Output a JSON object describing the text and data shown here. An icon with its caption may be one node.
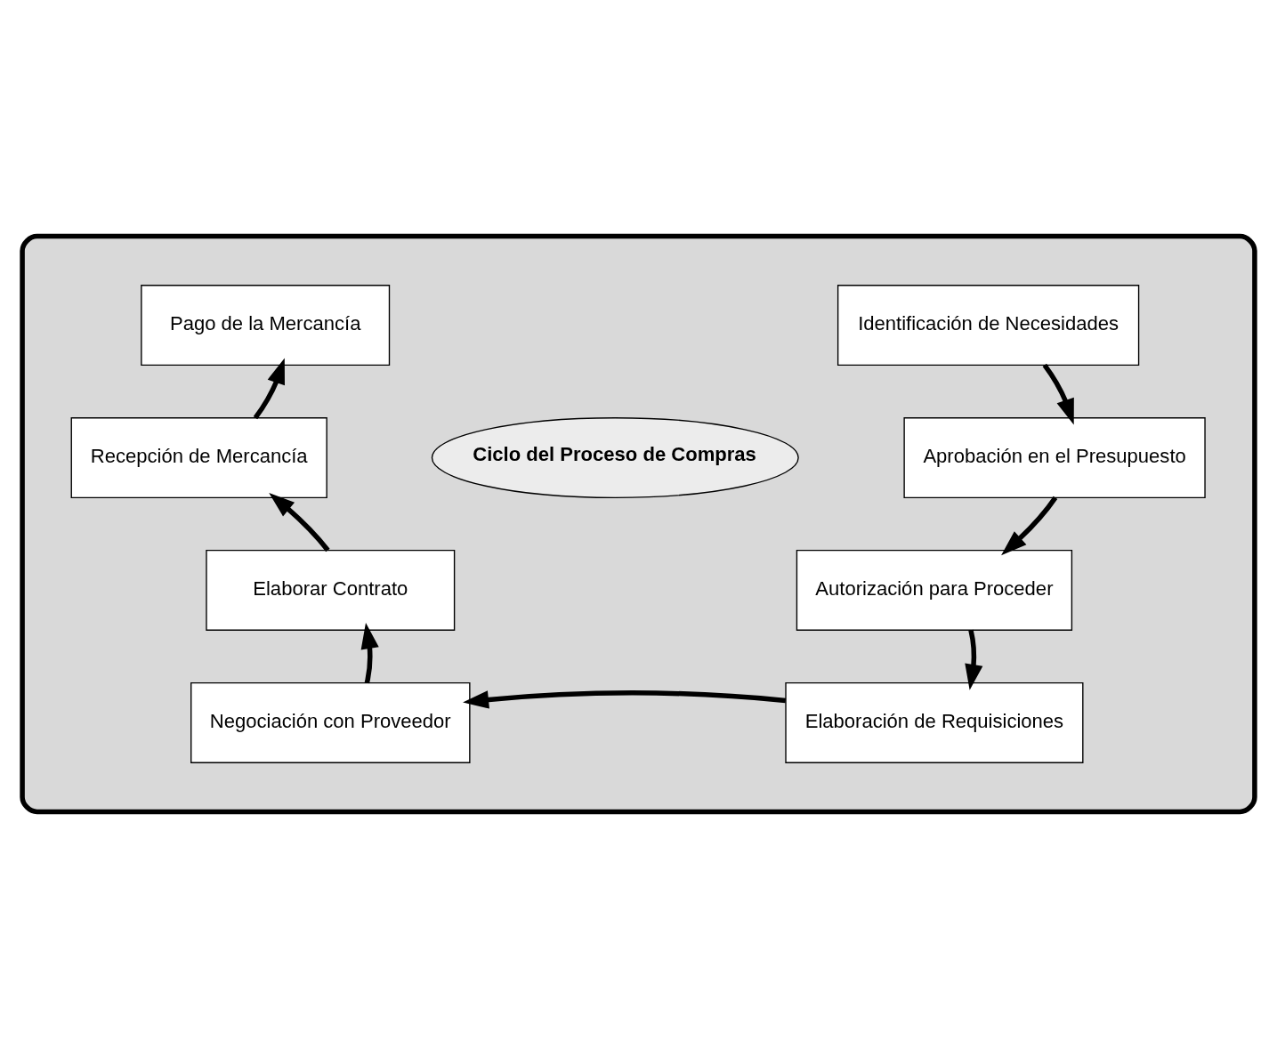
{
  "diagram": {
    "nodes": [
      {
        "text": [],
        "shape": "box"
      },
      {
        "text": [
          "Ciclo del Proceso de Compras"
        ],
        "in": 0
      },
      {
        "text": [
          "Identificación de Necesidades"
        ],
        "in": 0
      },
      {
        "text": [
          "Aprobación en el Presupuesto"
        ],
        "in": 0
      },
      {
        "text": [
          "Autorización para Proceder"
        ],
        "in": 0
      },
      {
        "text": [
          "Elaboración de Requisiciones"
        ],
        "in": 0
      },
      {
        "text": [
          "Negociación con Proveedor"
        ],
        "in": 0
      },
      {
        "text": [
          "Elaborar Contrato"
        ],
        "in": 0
      },
      {
        "text": [
          "Recepción de Mercancía"
        ],
        "in": 0
      },
      {
        "text": [
          "Pago de la Mercancía"
        ],
        "in": 0
      }
    ],
    "edges": [
      {
        "from": 2,
        "to": 3,
        "arrow": "to"
      },
      {
        "from": 3,
        "to": 4,
        "arrow": "to"
      },
      {
        "from": 4,
        "to": 5,
        "arrow": "to"
      },
      {
        "from": 5,
        "to": 6,
        "arrow": "to"
      },
      {
        "from": 6,
        "to": 7,
        "arrow": "to"
      },
      {
        "from": 7,
        "to": 8,
        "arrow": "to"
      },
      {
        "from": 8,
        "to": 9,
        "arrow": "to"
      }
    ]
  }
}
